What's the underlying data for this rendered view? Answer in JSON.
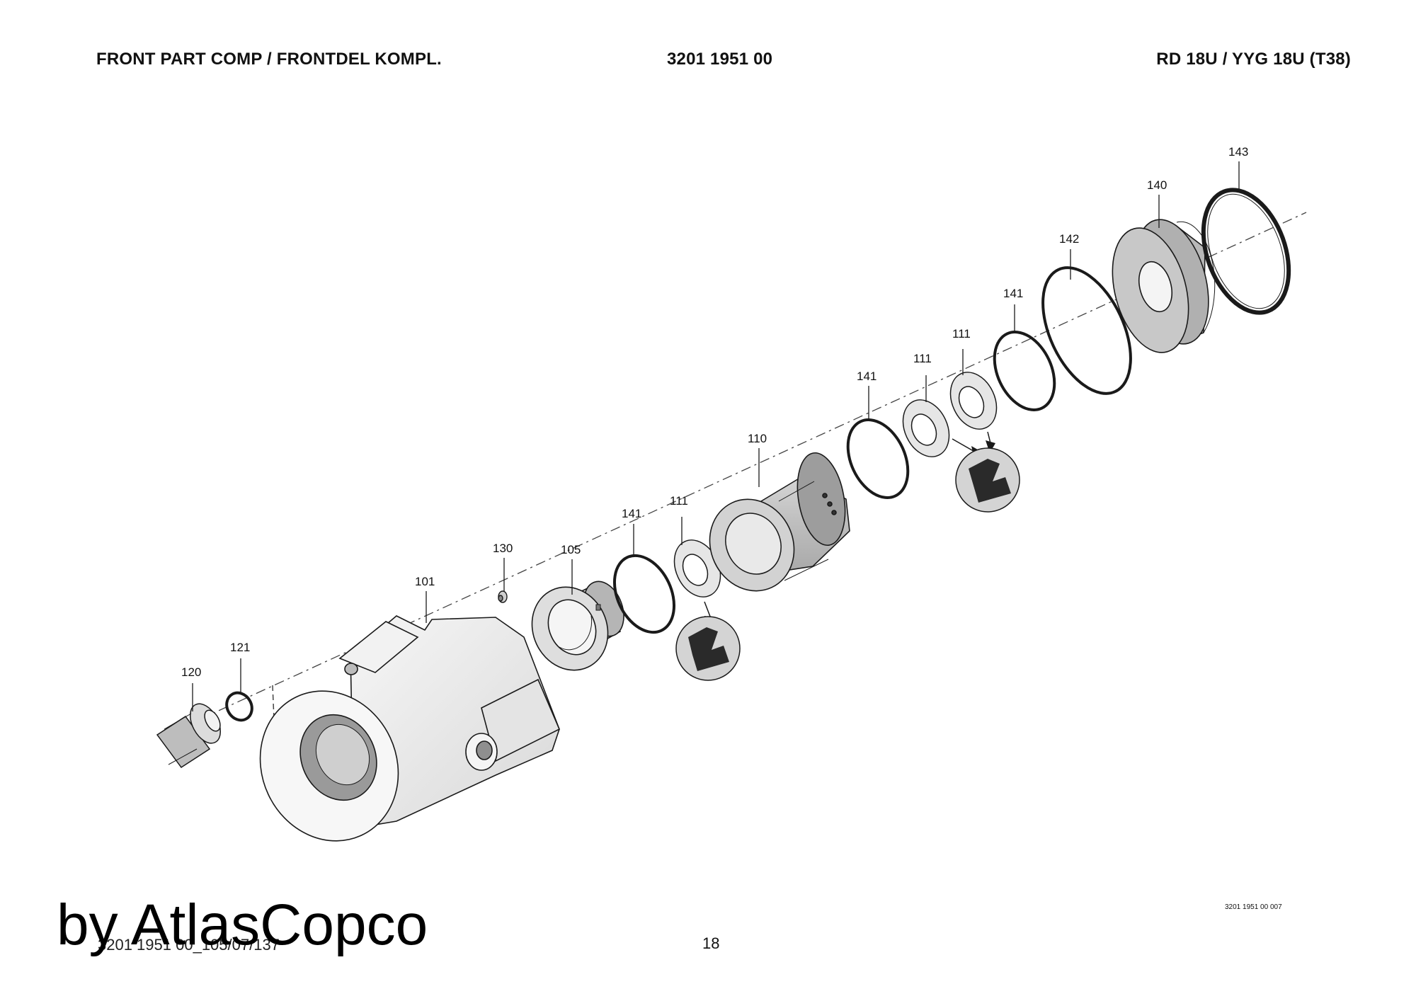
{
  "header": {
    "title": "FRONT PART COMP / FRONTDEL KOMPL.",
    "part_number": "3201 1951 00",
    "model": "RD 18U / YYG 18U (T38)"
  },
  "callouts": {
    "c101": "101",
    "c105": "105",
    "c110": "110",
    "c111a": "111",
    "c111b": "111",
    "c111c": "111",
    "c120": "120",
    "c121": "121",
    "c130": "130",
    "c140": "140",
    "c141a": "141",
    "c141b": "141",
    "c141c": "141",
    "c142": "142",
    "c143": "143"
  },
  "footer": {
    "drawing_code": "3201 1951 00 007",
    "file_code": "3201 1951 00_105/07/137",
    "page": "18",
    "brand": "by AtlasCopco"
  },
  "colors": {
    "part_fill": "#ebebeb",
    "part_dark": "#b5b5b5",
    "part_stroke": "#1a1a1a",
    "profile_bg": "#d4d4d4",
    "profile_fill": "#2a2a2a"
  }
}
